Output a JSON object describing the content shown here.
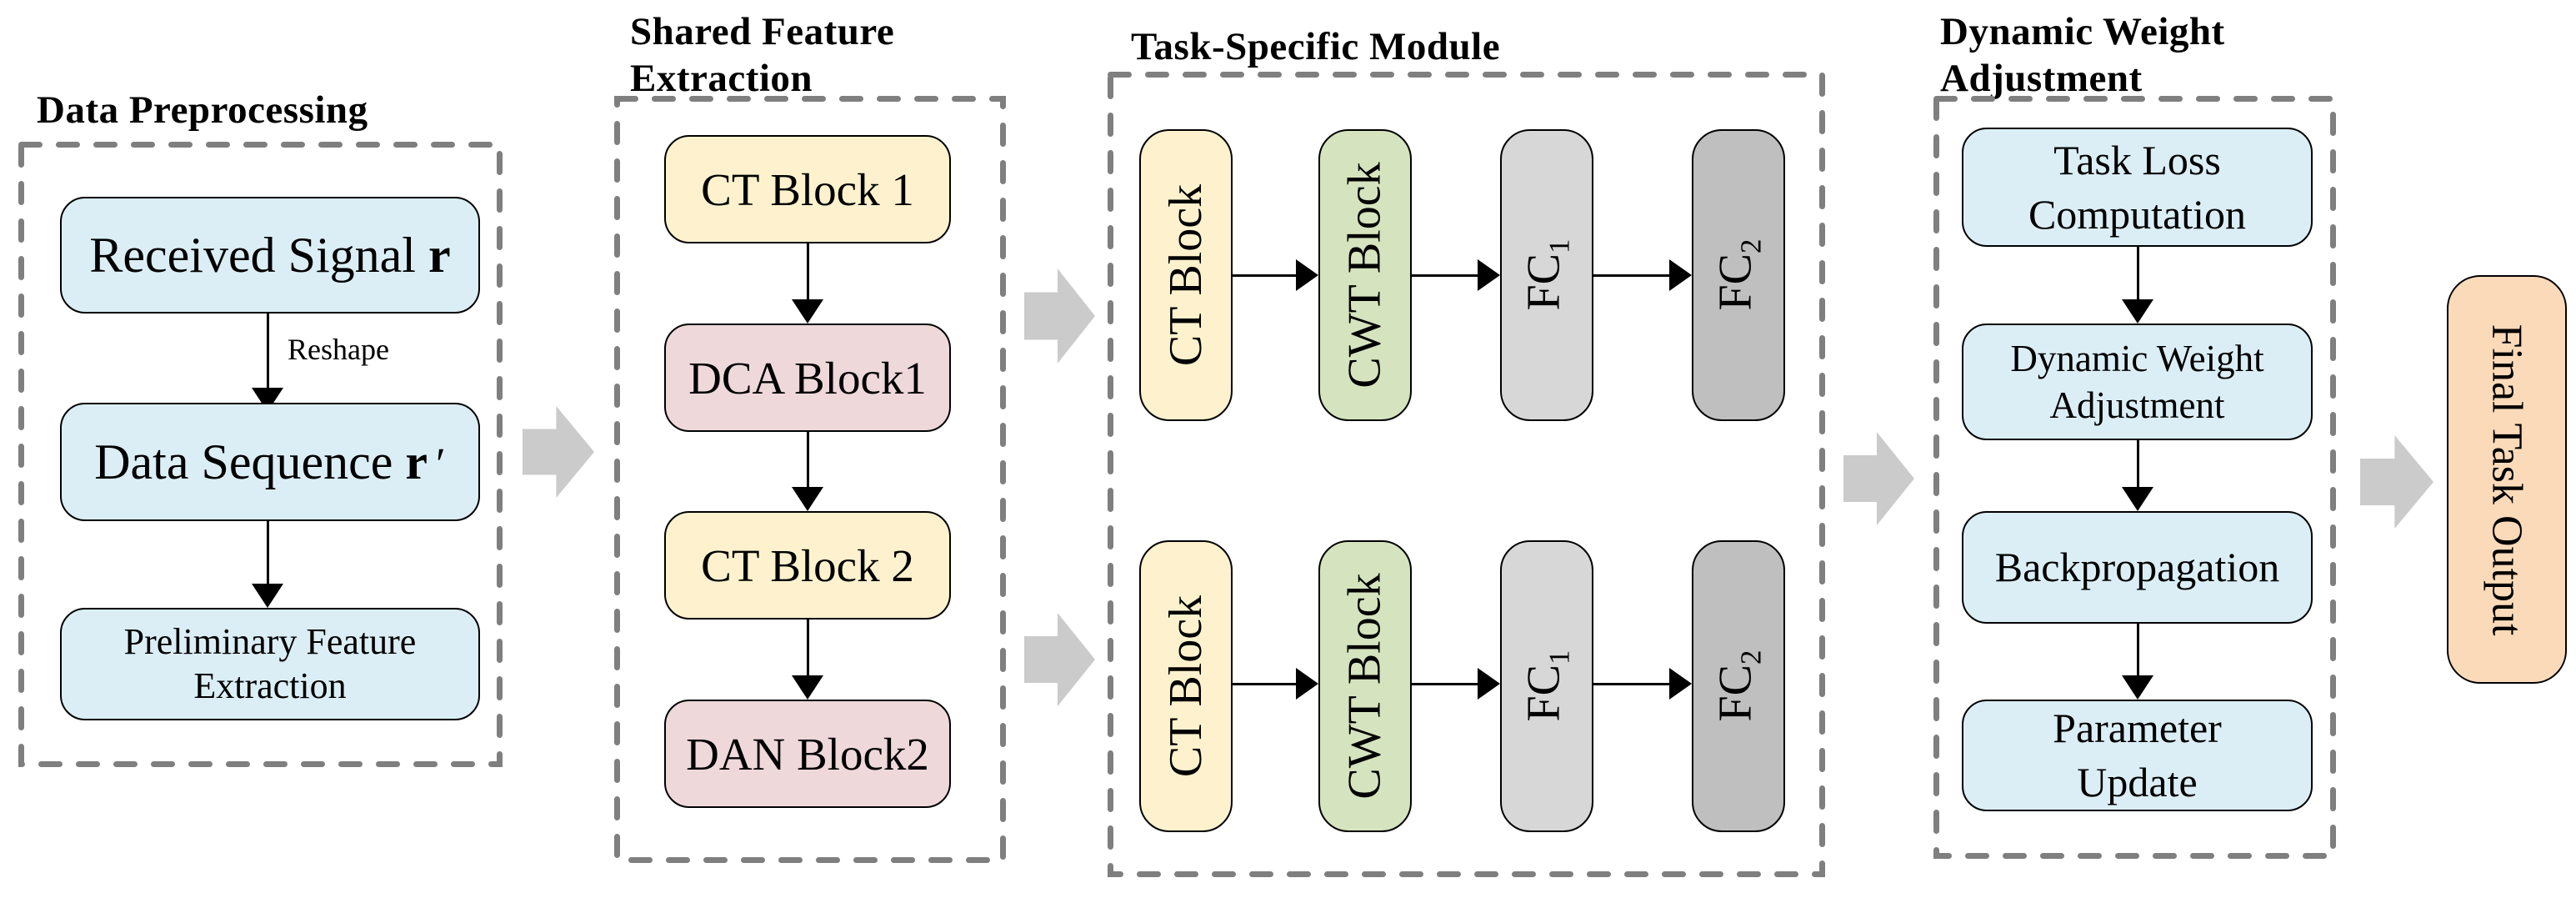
{
  "colors": {
    "node_blue": "#dbeef6",
    "node_yellow": "#fdf2cd",
    "node_pink": "#eed8da",
    "node_green": "#d5e3be",
    "node_gray_light": "#d7d7d7",
    "node_gray_dark": "#bfbfbf",
    "node_orange": "#fbdaba",
    "big_arrow_gray": "#cbcbcb",
    "dashed_border_gray": "#7f7f7f",
    "node_border": "#000000"
  },
  "preprocessing": {
    "title": "Data Preprocessing",
    "received_label": "Received Signal",
    "received_symbol": "r",
    "reshape_label": "Reshape",
    "sequence_label": "Data Sequence",
    "sequence_symbol": "r",
    "sequence_prime": "′",
    "preliminary_lines": [
      "Preliminary Feature",
      "Extraction"
    ]
  },
  "shared_feature": {
    "title_lines": [
      "Shared Feature",
      "Extraction"
    ],
    "blocks": [
      "CT Block 1",
      "DCA Block1",
      "CT Block 2",
      "DAN Block2"
    ]
  },
  "task_specific": {
    "title": "Task-Specific Module",
    "rows": [
      {
        "blocks": [
          {
            "label": "CT Block"
          },
          {
            "label": "CWT Block"
          },
          {
            "label": "FC",
            "sub": "1"
          },
          {
            "label": "FC",
            "sub": "2"
          }
        ]
      },
      {
        "blocks": [
          {
            "label": "CT Block"
          },
          {
            "label": "CWT Block"
          },
          {
            "label": "FC",
            "sub": "1"
          },
          {
            "label": "FC",
            "sub": "2"
          }
        ]
      }
    ]
  },
  "dynamic_weight": {
    "title_lines": [
      "Dynamic Weight",
      "Adjustment"
    ],
    "blocks": [
      {
        "lines": [
          "Task Loss",
          "Computation"
        ]
      },
      {
        "lines": [
          "Dynamic Weight",
          "Adjustment"
        ]
      },
      {
        "lines": [
          "Backpropagation"
        ]
      },
      {
        "lines": [
          "Parameter",
          "Update"
        ]
      }
    ]
  },
  "final_output": {
    "label": "Final Task Output"
  }
}
